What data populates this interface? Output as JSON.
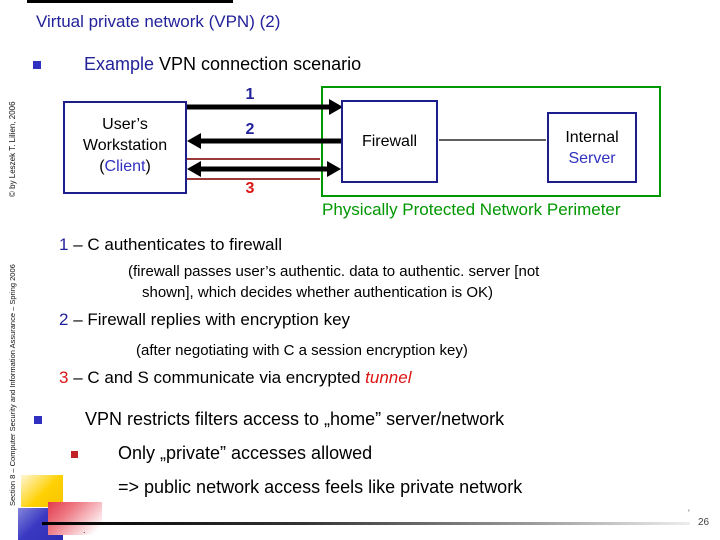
{
  "slide_title": "Virtual private network (VPN) (2)",
  "intro_bullet": {
    "highlight": "Example",
    "rest": " VPN connection scenario"
  },
  "diagram": {
    "workstation": {
      "line1": "User’s",
      "line2": "Workstation",
      "line3_prefix": "(",
      "line3_client": "Client",
      "line3_suffix": ")"
    },
    "firewall_label": "Firewall",
    "server": {
      "line1": "Internal",
      "line2": "Server"
    },
    "arrow_labels": {
      "a1": "1",
      "a2": "2",
      "a3": "3"
    },
    "perimeter_caption": "Physically Protected Network Perimeter"
  },
  "steps": {
    "s1_num": "1",
    "s1_text": " – C authenticates to firewall",
    "s1_note_line1": "(firewall passes user’s authentic. data to authentic. server [not",
    "s1_note_line2": "shown], which decides whether authentication is OK)",
    "s2_num": "2",
    "s2_text": " – Firewall replies with encryption key",
    "s2_note": "(after negotiating with C a session encryption key)",
    "s3_num": "3",
    "s3_text": " – C and S communicate via encrypted ",
    "s3_emphasis": "tunnel"
  },
  "summary": {
    "main": "VPN restricts filters access to „home” server/network",
    "sub": "Only „private” accesses allowed",
    "conclusion": "=> public network access feels like private network"
  },
  "sidebar": {
    "copyright": "© by Leszek T. Lilien, 2006",
    "section": "Section 8 – Computer Security and Information Assurance – Spring 2006"
  },
  "footer": {
    "page_number": "26",
    "tick": "'",
    "dot": "."
  },
  "colors": {
    "title_navy": "#22229A",
    "accent_blue": "#3030C0",
    "perimeter_green": "#009700",
    "highlight_red": "#DC1414",
    "tunnel_wall_red": "#9A3A3A",
    "box_border_navy": "#1D1D8C"
  }
}
